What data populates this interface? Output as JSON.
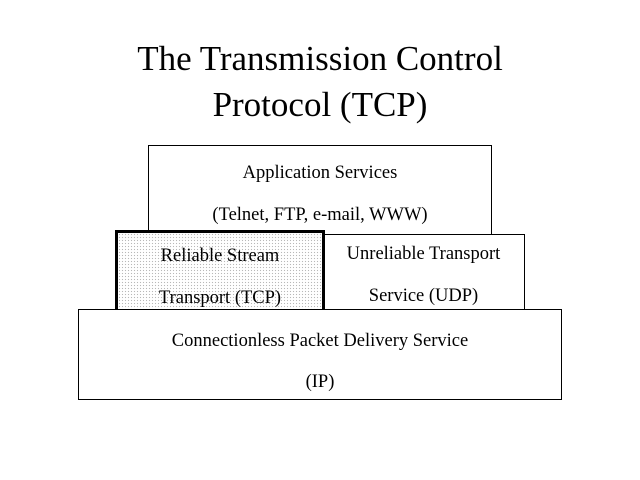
{
  "slide": {
    "title": "The Transmission Control Protocol (TCP)",
    "title_line1": "The Transmission Control",
    "title_line2": "Protocol (TCP)"
  },
  "diagram": {
    "type": "layered-stack",
    "layers": [
      {
        "name": "application-services",
        "line1": "Application Services",
        "line2": "(Telnet, FTP, e-mail, WWW)",
        "highlighted": false
      },
      {
        "name": "reliable-stream-transport-tcp",
        "line1": "Reliable Stream",
        "line2": "Transport (TCP)",
        "highlighted": true
      },
      {
        "name": "unreliable-transport-service-udp",
        "line1": "Unreliable Transport",
        "line2": "Service (UDP)",
        "highlighted": false
      },
      {
        "name": "connectionless-packet-delivery-service-ip",
        "line1": "Connectionless Packet Delivery Service",
        "line2": "(IP)",
        "highlighted": false
      }
    ],
    "colors": {
      "background": "#ffffff",
      "border": "#000000",
      "text": "#000000",
      "highlight_fill": "#e8e8e8"
    }
  }
}
